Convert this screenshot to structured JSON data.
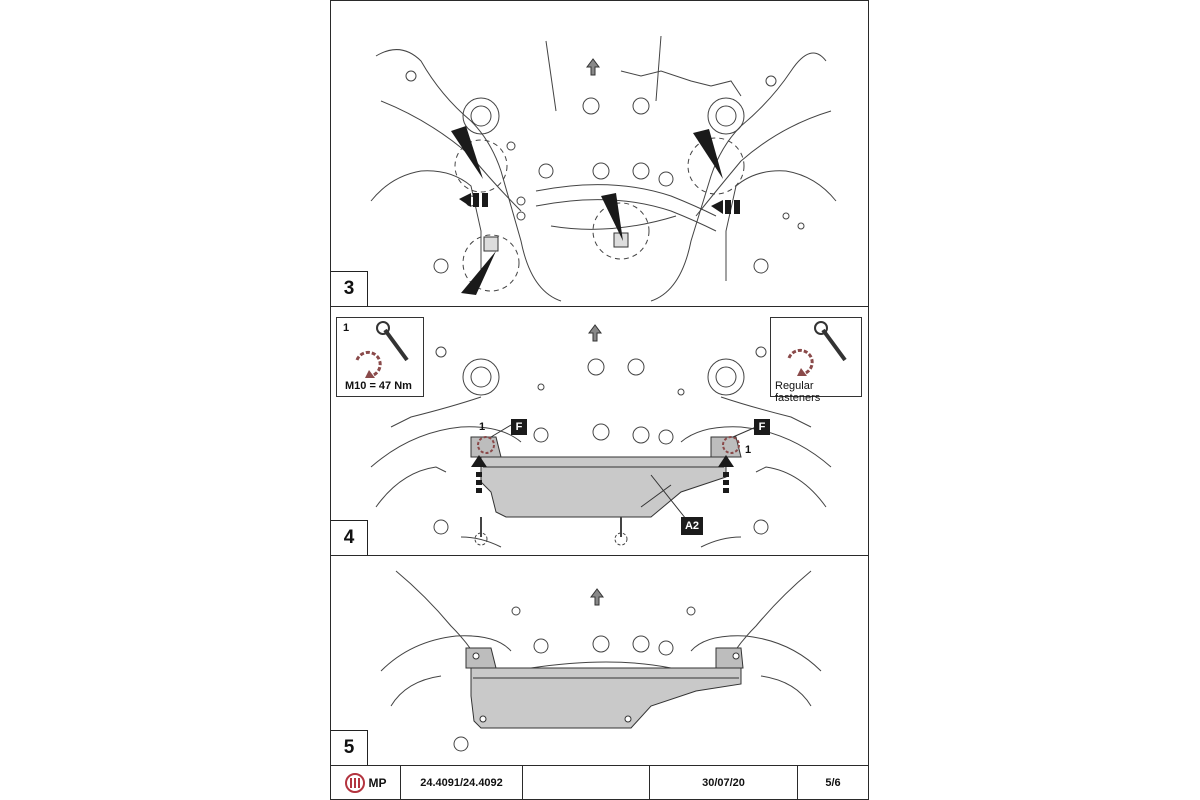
{
  "steps": [
    {
      "number": "3"
    },
    {
      "number": "4"
    },
    {
      "number": "5"
    }
  ],
  "step4": {
    "torque_step": "1",
    "torque_text": "M10 =  47 Nm",
    "regular_text": "Regular fasteners",
    "tag_f": "F",
    "tag_a2": "A2",
    "callout_1": "1"
  },
  "footer": {
    "logo_text": "MP",
    "part_numbers": "24.4091/24.4092",
    "blank": "",
    "date": "30/07/20",
    "page": "5/6"
  },
  "colors": {
    "line": "#2a2a2a",
    "plate_fill": "#c9c9c9",
    "logo_red": "#b3343f",
    "torque_arrow": "#8a4a4a"
  }
}
